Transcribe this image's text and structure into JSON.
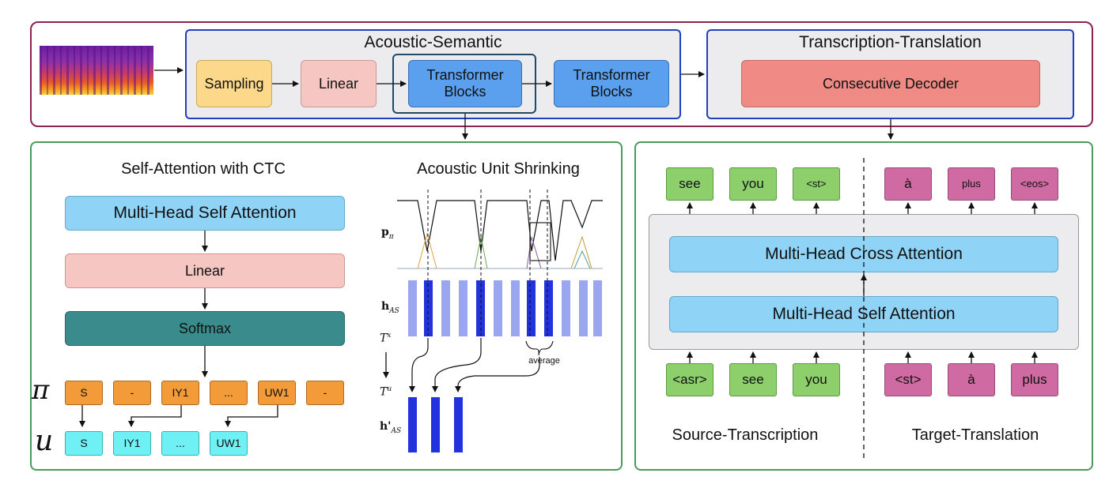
{
  "top": {
    "acoustic_semantic": {
      "title": "Acoustic-Semantic",
      "sampling": "Sampling",
      "linear": "Linear",
      "transformer1": "Transformer Blocks",
      "transformer2": "Transformer Blocks"
    },
    "transcription_translation": {
      "title": "Transcription-Translation",
      "decoder": "Consecutive Decoder"
    }
  },
  "left_panel": {
    "ctc": {
      "title": "Self-Attention with CTC",
      "mhsa": "Multi-Head Self Attention",
      "linear": "Linear",
      "softmax": "Softmax",
      "pi_symbol": "π",
      "u_symbol": "u",
      "pi_tokens": [
        "S",
        "-",
        "IY1",
        "...",
        "UW1",
        "-"
      ],
      "u_tokens": [
        "S",
        "IY1",
        "...",
        "UW1"
      ]
    },
    "shrinking": {
      "title": "Acoustic Unit Shrinking",
      "p_label": "p",
      "p_sub": "π",
      "h_label": "h",
      "h_sub": "AS",
      "tx_label": "T",
      "tx_sup": "x",
      "tu_label": "T",
      "tu_sup": "u",
      "hp_label": "h'",
      "hp_sub": "AS",
      "average": "average"
    }
  },
  "right_panel": {
    "output_tokens_src": [
      "see",
      "you",
      "<st>"
    ],
    "output_tokens_tgt": [
      "à",
      "plus",
      "<eos>"
    ],
    "input_tokens_src": [
      "<asr>",
      "see",
      "you"
    ],
    "input_tokens_tgt": [
      "<st>",
      "à",
      "plus"
    ],
    "cross_attention": "Multi-Head Cross Attention",
    "self_attention": "Multi-Head Self Attention",
    "source_label": "Source-Transcription",
    "target_label": "Target-Translation"
  },
  "colors": {
    "outer_border": "#8b2252",
    "blue_border": "#1f3fbf",
    "green_border": "#4a9a5a",
    "sampling": "#fbd88a",
    "linear": "#f5c6c2",
    "transformer": "#5aa0ef",
    "decoder": "#ef8a84",
    "mhsa": "#8fd3f7",
    "softmax": "#3a8c8c",
    "pi_token": "#f29b38",
    "u_token": "#6ff0f4",
    "green_token": "#8ccf6b",
    "pink_token": "#d06aa2",
    "bar_light": "#9aa6f0",
    "bar_dark": "#2233dd"
  }
}
